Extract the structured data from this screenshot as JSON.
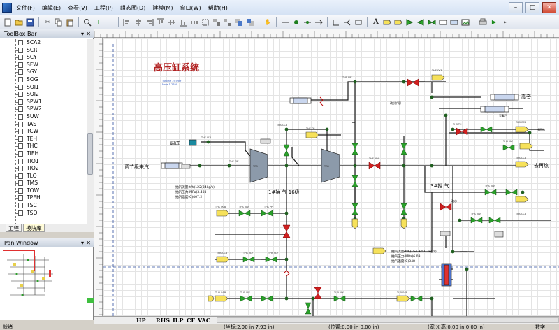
{
  "app": {
    "menu": [
      "文件(F)",
      "编辑(E)",
      "查看(V)",
      "工程(P)",
      "组态图(D)",
      "建模(M)",
      "窗口(W)",
      "帮助(H)"
    ]
  },
  "toolbox": {
    "title": "ToolBox Bar",
    "items": [
      "SCA2",
      "SCR",
      "SCY",
      "SFW",
      "SGY",
      "SOG",
      "SOI1",
      "SOI2",
      "SPW1",
      "SPW2",
      "SUW",
      "TAS",
      "TCW",
      "TEH",
      "THC",
      "TIEH",
      "TIO1",
      "TIO2",
      "TLO",
      "TMS",
      "TOW",
      "TPEH",
      "TSC",
      "TSO"
    ],
    "tabs": [
      "工程",
      "模块库"
    ]
  },
  "pan_window": {
    "title": "Pan Window"
  },
  "diagram": {
    "title": "高压缸系统",
    "labels": {
      "tiaoshi": "调试",
      "tiaojie": "调节级来汽",
      "chou1": "1#抽 气 16级",
      "chou3": "3#抽 气",
      "gaopang": "高旁",
      "zaire": "去再热",
      "zaire2": "冷再热",
      "huxi": "疏水扩容",
      "leng": "至凝汽",
      "shuizai": "疏水"
    },
    "info_block": [
      "抽汽流量(t/h)122(34kg/s)",
      "抽汽压力(MPa)3.403",
      "抽汽温度(C)407.2"
    ],
    "info_block2": [
      "抽汽流量(t/h)154.3(51.2kg/s)",
      "抽汽压力(MPa)6.03",
      "抽汽温度(C)348"
    ],
    "mini_blue": [
      "Turbine 2(t)Hdr",
      "Note 1 23.4"
    ],
    "tags": {
      "tr": "TRB",
      "nodes": [
        "THS VLV",
        "THS SW",
        "THS OCB",
        "THS TH",
        "THS PP"
      ]
    },
    "colors": {
      "pipe": "#1a1a1a",
      "node": "#1f5f1f",
      "valve": "#2aa12a",
      "tank": "#f6e15a",
      "turbine": "#7f8f9f",
      "hx": "#cc2222",
      "title": "#b22222"
    }
  },
  "sheet_tabs": [
    "HP",
    "RHS",
    "ILP",
    "CF",
    "VAC"
  ],
  "status": {
    "left": "就绪",
    "coords": "(坐标:2.90 in 7.93 in)",
    "pos": "(位置:0.00 in 0.00 in)",
    "size": "(宽 X 高:0.00 in 0.00 in)",
    "mode": "数字"
  }
}
